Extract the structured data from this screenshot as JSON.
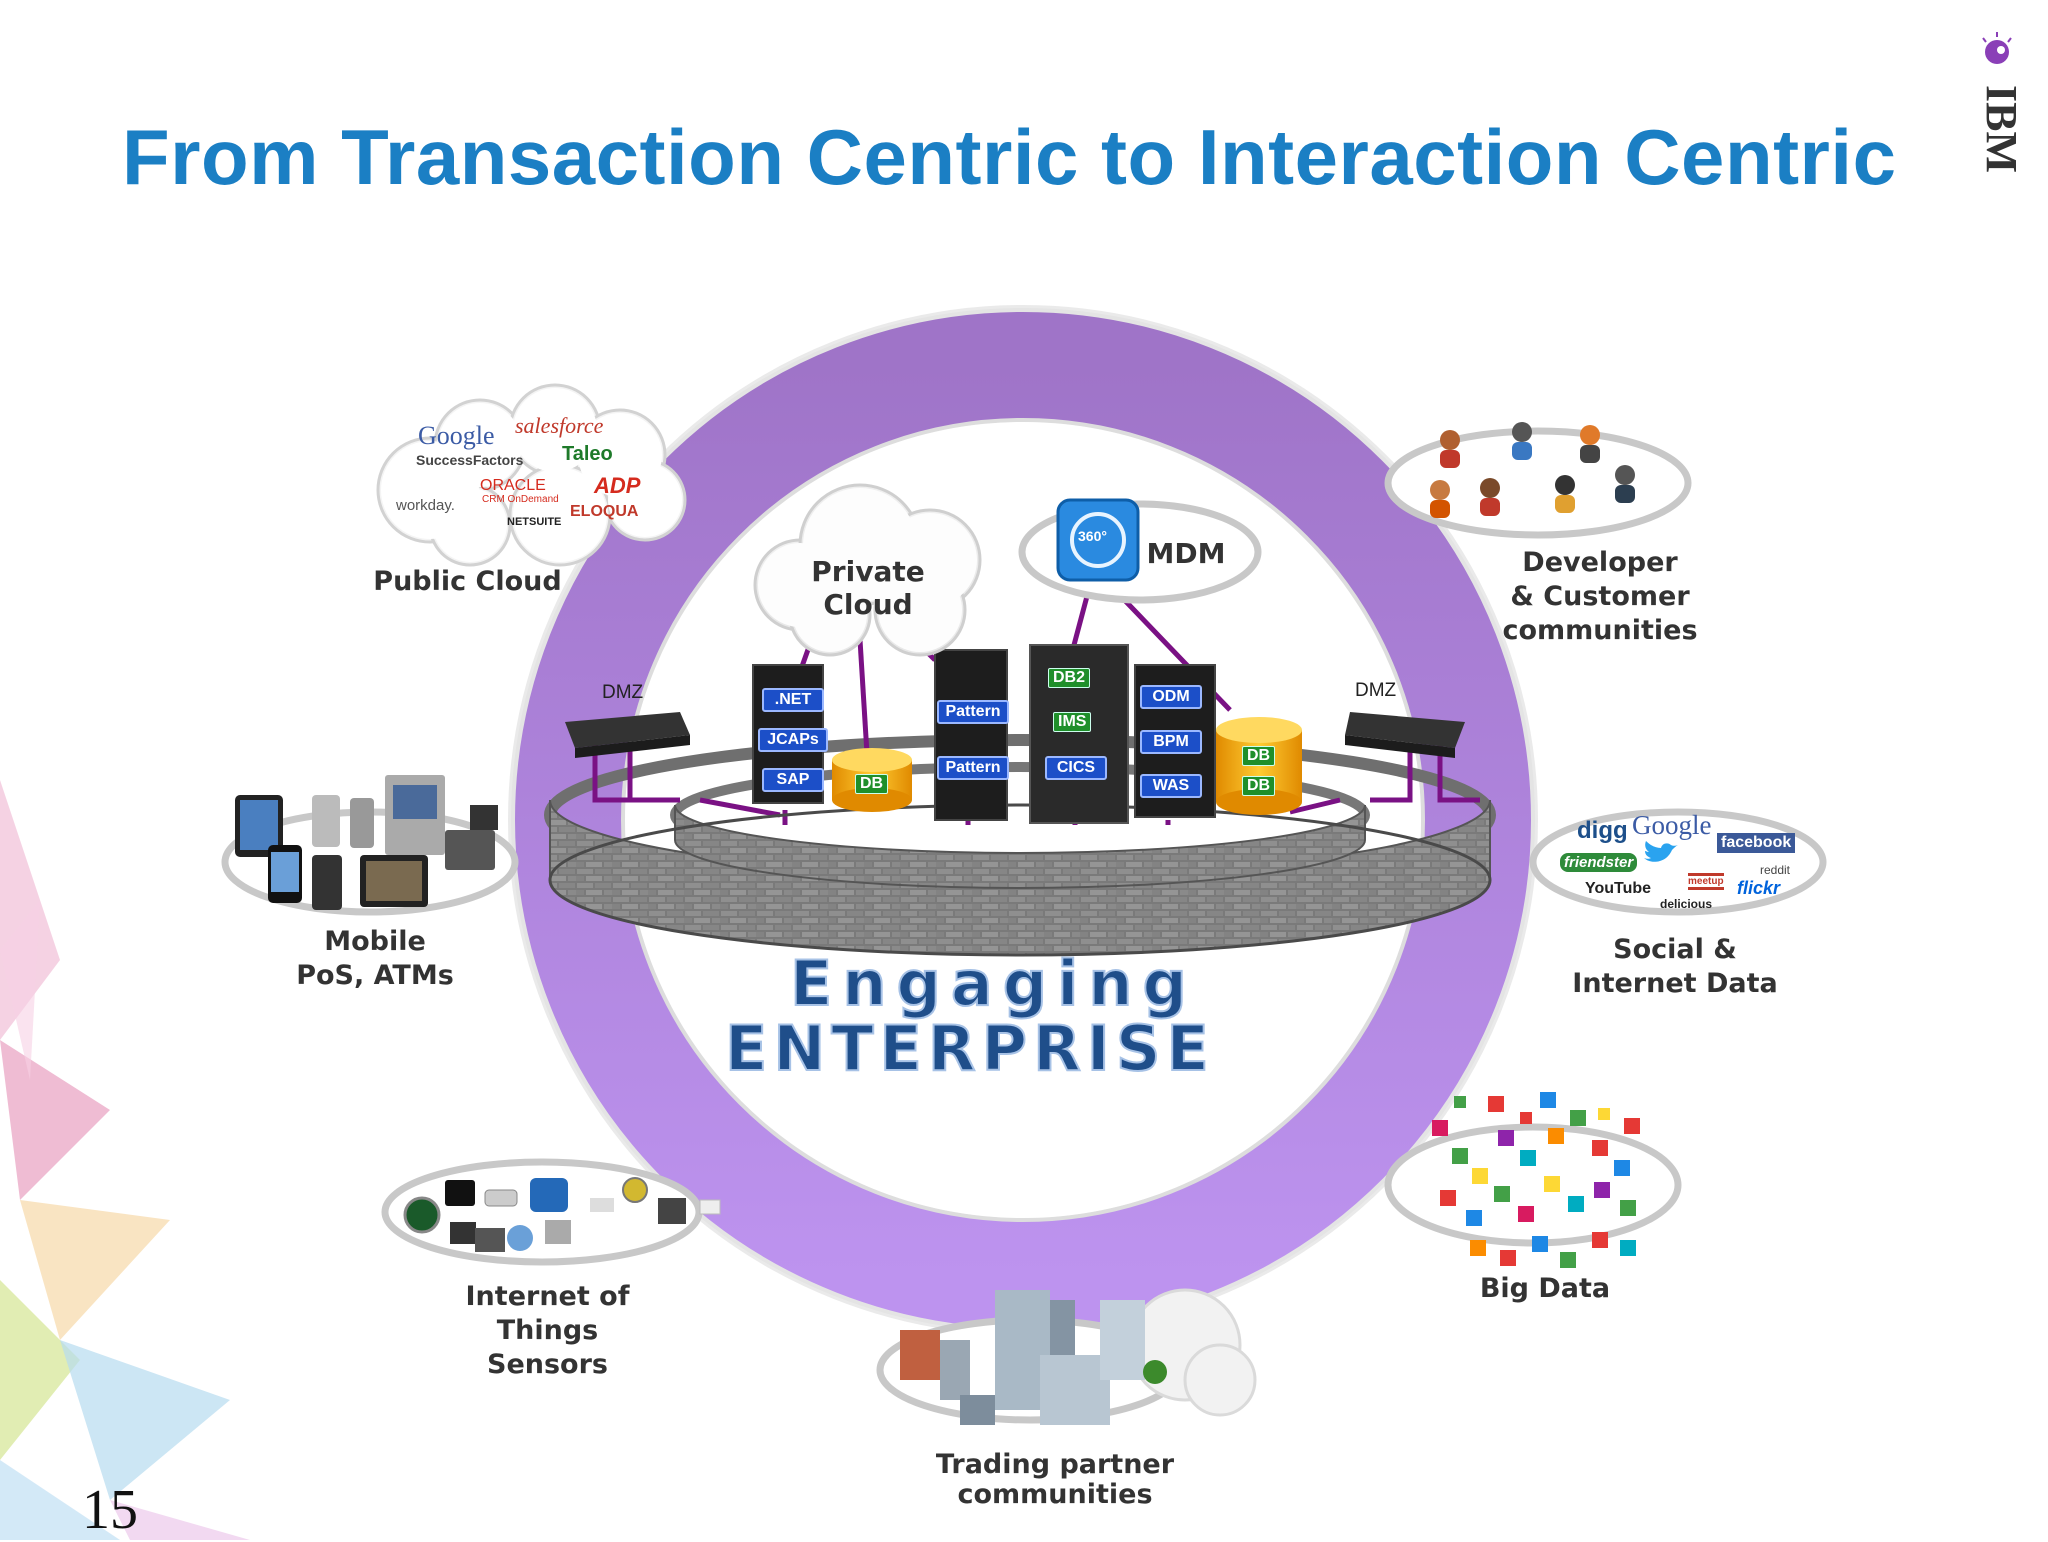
{
  "title": "From Transaction Centric to Interaction Centric",
  "slide_number": "15",
  "brand": {
    "logo_text": "IBM",
    "title_color": "#1b7fc4",
    "ring_color": "#a886d6",
    "wire_color": "#7a1184"
  },
  "center": {
    "private_cloud": "Private Cloud",
    "mdm": "MDM",
    "mdm_badge": "360°",
    "engaging": "Engaging",
    "enterprise": "ENTERPRISE",
    "dmz_left": "DMZ",
    "dmz_right": "DMZ"
  },
  "servers": {
    "net": ".NET",
    "jcaps": "JCAPs",
    "sap": "SAP",
    "db1": "DB",
    "pattern1": "Pattern",
    "pattern2": "Pattern",
    "db2": "DB2",
    "ims": "IMS",
    "cics": "CICS",
    "odm": "ODM",
    "bpm": "BPM",
    "was": "WAS",
    "db3": "DB",
    "db4": "DB"
  },
  "nodes": {
    "public_cloud": "Public Cloud",
    "developer": [
      "Developer",
      "& Customer",
      "communities"
    ],
    "mobile": [
      "Mobile",
      "PoS, ATMs"
    ],
    "social": [
      "Social &",
      "Internet Data"
    ],
    "iot": [
      "Internet of Things",
      "Sensors"
    ],
    "big_data": "Big Data",
    "trading": [
      "Trading partner",
      "communities"
    ]
  },
  "public_cloud_logos": [
    "Google",
    "salesforce",
    "SuccessFactors",
    "Taleo",
    "ORACLE",
    "CRM OnDemand",
    "ADP",
    "workday.",
    "NETSUITE",
    "ELOQUA"
  ],
  "social_logos": [
    "digg",
    "Google",
    "facebook",
    "friendster",
    "YouTube",
    "meetup",
    "reddit",
    "flickr",
    "delicious"
  ]
}
